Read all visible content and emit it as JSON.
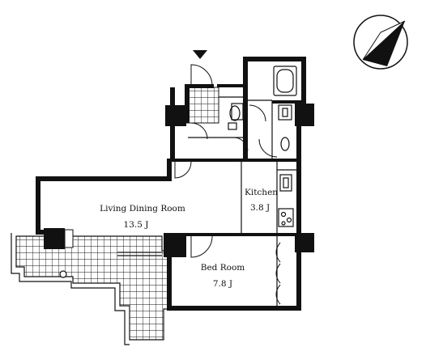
{
  "rooms": {
    "living_name": "Living Dining Room",
    "living_size": "13.5 J",
    "kitchen_name": "Kitchen",
    "kitchen_size": "3.8 J",
    "bed_name": "Bed Room",
    "bed_size": "7.8 J"
  },
  "icons": {
    "compass": "north-arrow-icon",
    "entrance": "entrance-triangle-icon"
  },
  "colors": {
    "ink": "#111111",
    "paper": "#ffffff"
  }
}
